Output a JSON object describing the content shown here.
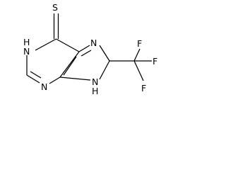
{
  "molecule": {
    "atoms": {
      "sulfur": "S",
      "n1": "N",
      "n1_h": "H",
      "n3": "N",
      "n7": "N",
      "n9": "N",
      "n9_h": "H",
      "f_top": "F",
      "f_right": "F",
      "f_bottom": "F"
    }
  }
}
